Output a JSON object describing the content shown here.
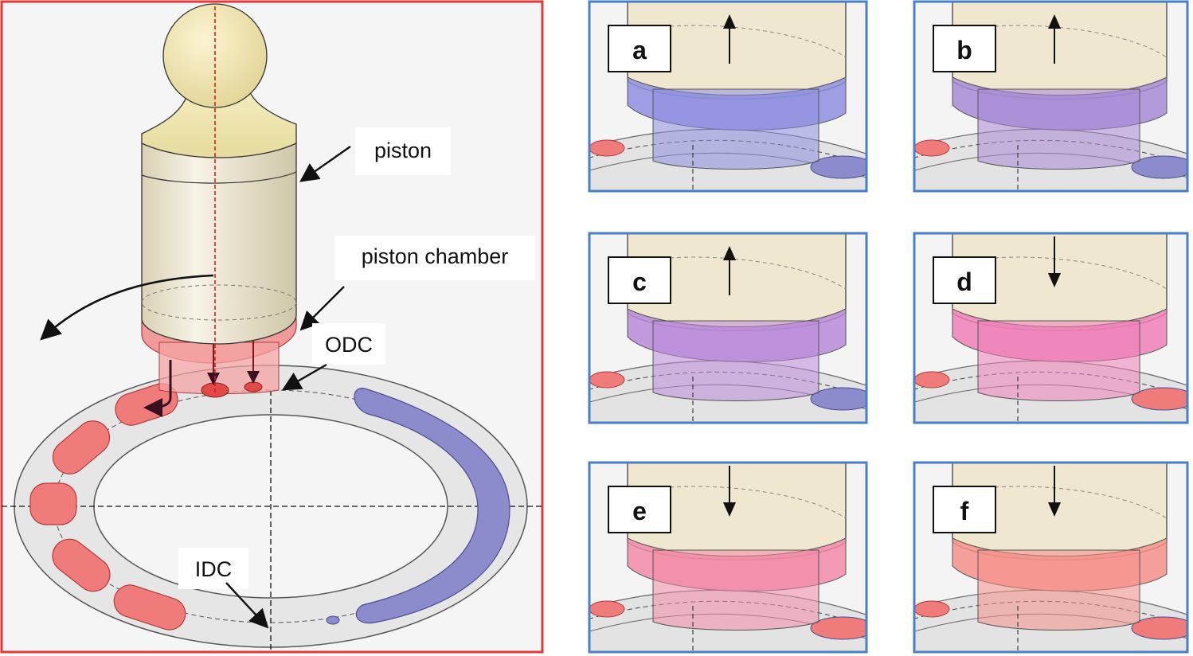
{
  "main_figure": {
    "labels": {
      "piston": "piston",
      "piston_chamber": "piston chamber",
      "odc": "ODC",
      "idc": "IDC"
    },
    "colors": {
      "frame": "#e23a3a",
      "port_high": "#f07b7b",
      "port_low": "#8c8ccc",
      "plate": "#e6e6e6",
      "piston": "#efe7cf",
      "chamber": "#f08a8a",
      "axis_line": "#e01b1b"
    }
  },
  "panels": [
    {
      "letter": "a",
      "motion": "up",
      "chamber_color": "#8e8ee0"
    },
    {
      "letter": "b",
      "motion": "up",
      "chamber_color": "#a78ad6"
    },
    {
      "letter": "c",
      "motion": "up",
      "chamber_color": "#b98ad8"
    },
    {
      "letter": "d",
      "motion": "down",
      "chamber_color": "#ee7fb8"
    },
    {
      "letter": "e",
      "motion": "down",
      "chamber_color": "#f28aa8"
    },
    {
      "letter": "f",
      "motion": "down",
      "chamber_color": "#f5908a"
    }
  ],
  "panel_frame_color": "#4a7fc1"
}
